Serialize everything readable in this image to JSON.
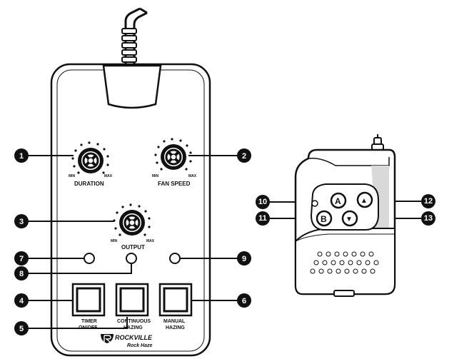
{
  "controller": {
    "knob_labels": {
      "duration": "DURATION",
      "fan_speed": "FAN SPEED",
      "output": "OUTPUT",
      "min": "MIN",
      "max": "MAX"
    },
    "button_labels": {
      "timer_line1": "TIMER",
      "timer_line2": "ON/OFF",
      "continuous_line1": "CONTINUOUS",
      "continuous_line2": "HAZING",
      "manual_line1": "MANUAL",
      "manual_line2": "HAZING"
    },
    "brand": "ROCKVILLE",
    "model": "Rock Haze"
  },
  "remote": {
    "buttons": {
      "a": "A",
      "b": "B",
      "up": "▲",
      "down": "▼"
    }
  },
  "callouts": [
    "1",
    "2",
    "3",
    "4",
    "5",
    "6",
    "7",
    "8",
    "9",
    "10",
    "11",
    "12",
    "13"
  ],
  "colors": {
    "outline": "#111111",
    "callout_fill": "#111111",
    "callout_text": "#ffffff",
    "remote_shade": "#d9d9d9"
  }
}
